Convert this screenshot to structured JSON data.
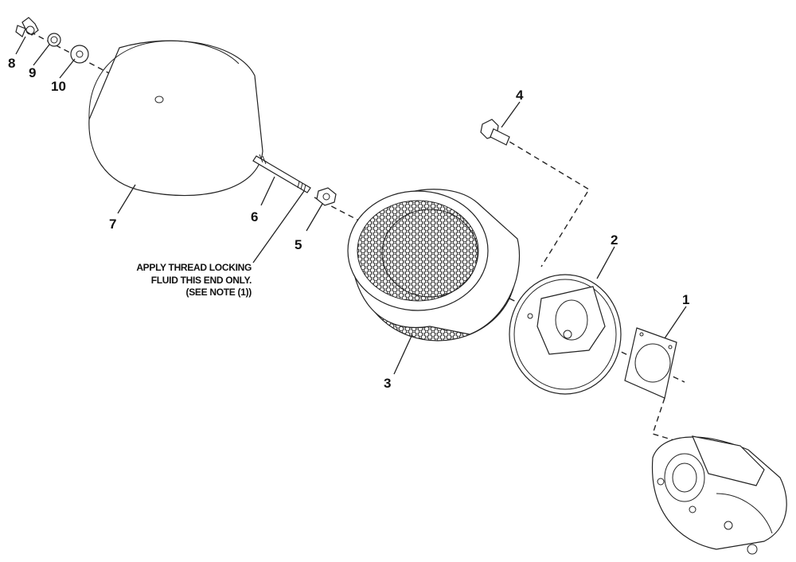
{
  "callouts": {
    "c1": "1",
    "c2": "2",
    "c3": "3",
    "c4": "4",
    "c5": "5",
    "c6": "6",
    "c7": "7",
    "c8": "8",
    "c9": "9",
    "c10": "10"
  },
  "note": {
    "line1": "APPLY THREAD LOCKING",
    "line2": "FLUID THIS END ONLY.",
    "line3": "(SEE NOTE (1))"
  },
  "colors": {
    "ink": "#222222",
    "background": "#ffffff"
  }
}
